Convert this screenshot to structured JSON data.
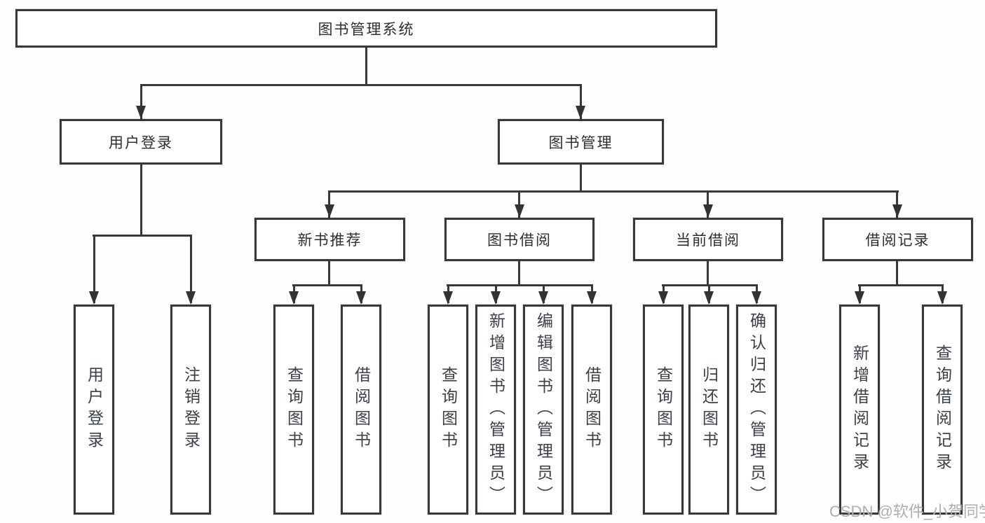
{
  "root_label": "图书管理系统",
  "level2": {
    "user_login": "用户登录",
    "book_mgmt": "图书管理"
  },
  "level3": {
    "new_books": "新书推荐",
    "borrow": "图书借阅",
    "current": "当前借阅",
    "records": "借阅记录"
  },
  "leaves": {
    "user_login": [
      "用户登录",
      "注销登录"
    ],
    "new_books": [
      "查询图书",
      "借阅图书"
    ],
    "borrow": [
      "查询图书",
      "新增图书（管理员）",
      "编辑图书（管理员）",
      "借阅图书"
    ],
    "current": [
      "查询图书",
      "归还图书",
      "确认归还（管理员）"
    ],
    "records": [
      "新增借阅记录",
      "查询借阅记录"
    ]
  },
  "watermark": "CSDN @软件_小贺同学",
  "colors": {
    "line": "#383838",
    "box_background": "#ffffff",
    "text": "#2e2e2e",
    "watermark": "#a0a0a0"
  }
}
